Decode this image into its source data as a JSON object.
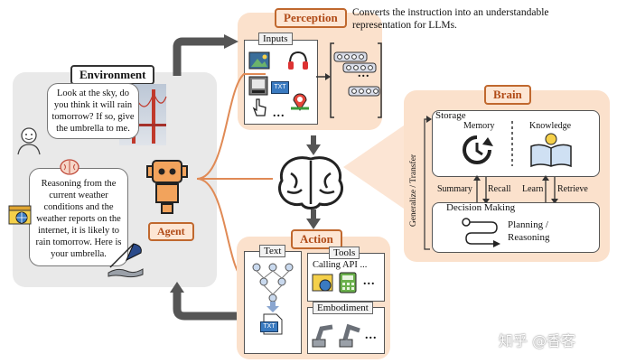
{
  "perception": {
    "label": "Perception",
    "note": "Converts the instruction into an understandable representation for LLMs.",
    "inputs_label": "Inputs",
    "ellipsis": "...",
    "txt_badge": "TXT"
  },
  "environment": {
    "label": "Environment",
    "bubble_top": "Look at the sky, do you think it will rain tomorrow? If so, give the umbrella to me.",
    "bubble_bottom": "Reasoning from the current weather conditions and the weather reports on the internet, it is likely to rain tomorrow. Here is your umbrella."
  },
  "agent": {
    "label": "Agent"
  },
  "brain": {
    "label": "Brain",
    "storage_label": "Storage",
    "memory_label": "Memory",
    "knowledge_label": "Knowledge",
    "generalize": "Generalize / Transfer",
    "summary": "Summary",
    "recall": "Recall",
    "learn": "Learn",
    "retrieve": "Retrieve",
    "decision_label": "Decision Making",
    "planning": "Planning / Reasoning"
  },
  "action": {
    "label": "Action",
    "text_label": "Text",
    "tools_label": "Tools",
    "calling_api": "Calling API ...",
    "embodiment_label": "Embodiment",
    "ellipsis": "...",
    "txt_badge": "TXT"
  },
  "watermark": "知乎 @香客",
  "colors": {
    "peach": "#fbe1cc",
    "orange_text": "#b04a16",
    "arrow_gray": "#555555",
    "panel_gray": "#e9e9e9"
  }
}
